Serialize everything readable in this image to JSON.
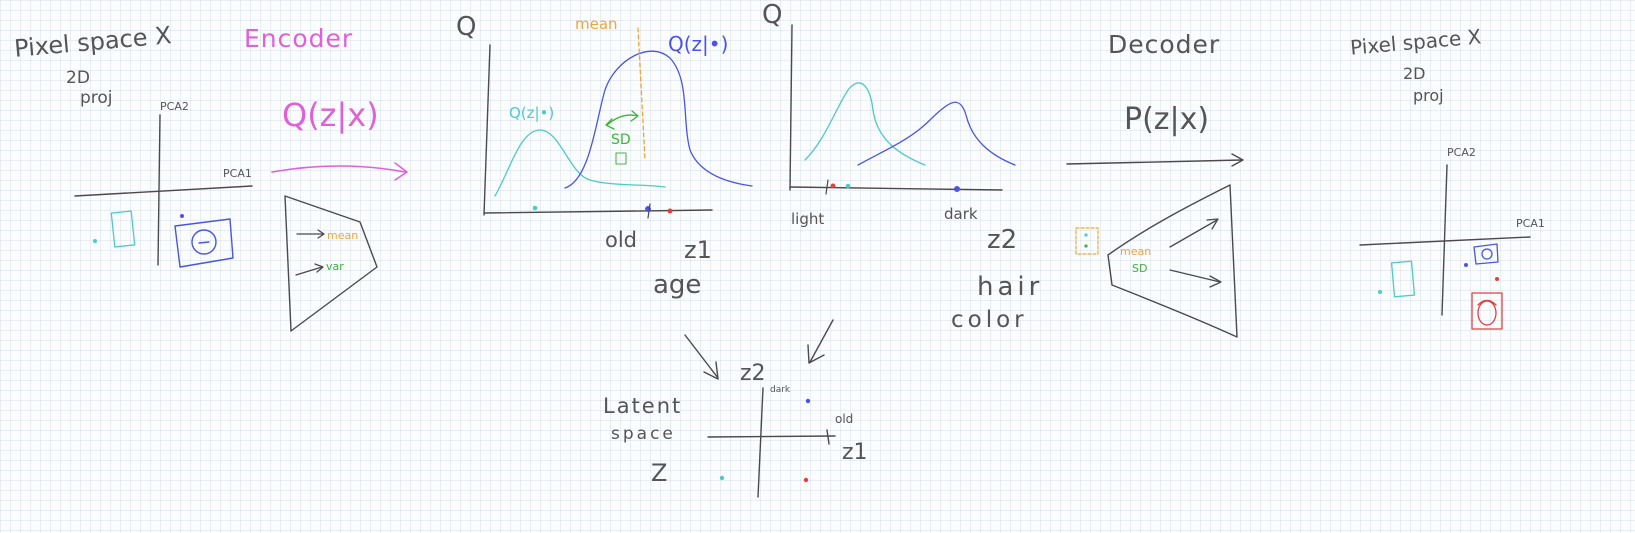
{
  "colors": {
    "ink": "#4a4a4a",
    "encoder": "#e060d8",
    "mean": "#f0a53a",
    "variance": "#3cb43c",
    "cyan": "#4fc9c9",
    "blue": "#4b55e0",
    "red": "#e04040"
  },
  "left_panel": {
    "title": "Pixel space X",
    "subtitle_line1": "2D",
    "subtitle_line2": "proj",
    "axis_y": "PCA2",
    "axis_x": "PCA1"
  },
  "encoder": {
    "title": "Encoder",
    "formula": "Q(z|x)",
    "mean_label": "mean",
    "var_label": "var"
  },
  "plot_age": {
    "q_label": "Q",
    "mean_label": "mean",
    "curve_blue_label": "Q(z|•)",
    "curve_cyan_label": "Q(z|•)",
    "sd_label": "SD",
    "x_point_label": "old",
    "axis_var": "z1",
    "axis_name": "age"
  },
  "plot_hair": {
    "q_label": "Q",
    "light_label": "light",
    "dark_label": "dark",
    "axis_var": "z2",
    "axis_name_line1": "hair",
    "axis_name_line2": "color"
  },
  "decoder": {
    "title": "Decoder",
    "formula": "P(z|x)",
    "mean_label": "mean",
    "sd_label": "SD"
  },
  "right_panel": {
    "title": "Pixel space X",
    "subtitle_line1": "2D",
    "subtitle_line2": "proj",
    "axis_y": "PCA2",
    "axis_x": "PCA1"
  },
  "latent": {
    "title_line1": "Latent",
    "title_line2": "space",
    "title_line3": "Z",
    "axis_y": "z2",
    "axis_x": "z1",
    "dark_label": "dark",
    "old_label": "old"
  }
}
